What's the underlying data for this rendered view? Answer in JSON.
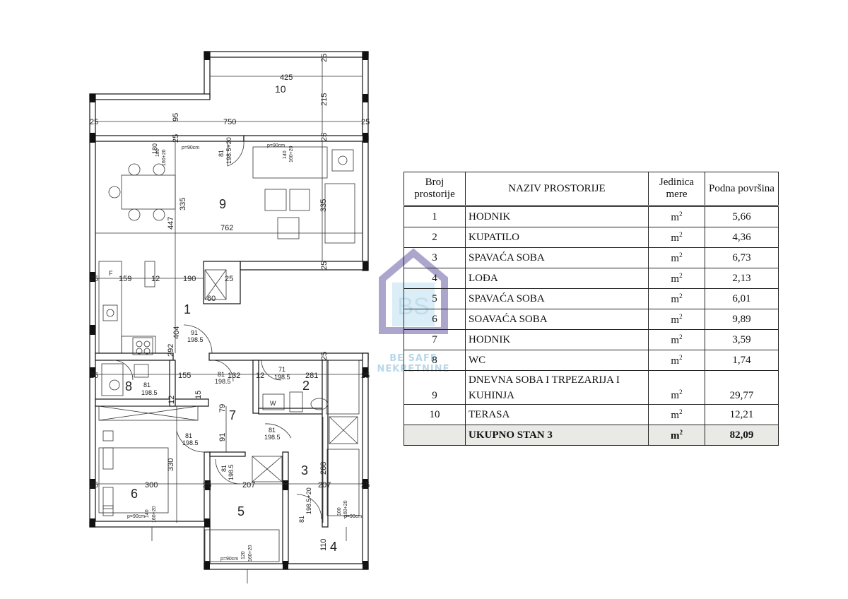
{
  "floorplan": {
    "room_numbers": [
      "1",
      "2",
      "3",
      "4",
      "5",
      "6",
      "7",
      "8",
      "9",
      "10"
    ],
    "dimensions": [
      "425",
      "215",
      "750",
      "95",
      "762",
      "447",
      "335",
      "335",
      "180",
      "159",
      "12",
      "190",
      "25",
      "60",
      "404",
      "292",
      "155",
      "132",
      "281",
      "12",
      "79",
      "91",
      "207",
      "207",
      "288",
      "300",
      "330",
      "110",
      "15",
      "12"
    ],
    "door_labels": {
      "door_a": {
        "w": "91",
        "h": "198.5"
      },
      "door_b": {
        "w": "81",
        "h": "198.5"
      },
      "door_c": {
        "w": "71",
        "h": "198.5"
      },
      "door_d": {
        "w": "81",
        "h": "198.5"
      },
      "door_e": {
        "w": "81",
        "h": "198.5"
      },
      "door_f": {
        "w": "81",
        "h": "198.5"
      },
      "door_g": {
        "w": "81",
        "h": "198.5"
      },
      "door_h": {
        "w": "81",
        "h": "198.5+20"
      },
      "door_i": {
        "w": "81",
        "h": "198.5+20"
      }
    },
    "window_labels": {
      "w1": "p=90cm",
      "w2": "p=90cm",
      "w3": "p=90cm",
      "w4": "p=90cm",
      "w5": "p=90cm"
    },
    "window_sizes": {
      "s1": "180",
      "s2": "160+20",
      "s3": "140",
      "s4": "160+20",
      "s5": "120",
      "s6": "160+20",
      "s7": "100",
      "s8": "160+20"
    },
    "fixture_labels": {
      "fridge": "F",
      "boiler": "W"
    },
    "wall_thickness": "25"
  },
  "table": {
    "headers": {
      "number": "Broj prostorije",
      "name": "NAZIV PROSTORIJE",
      "unit": "Jedinica mere",
      "area": "Podna površina"
    },
    "rows": [
      {
        "number": "1",
        "name": "HODNIK",
        "unit": "m",
        "area": "5,66"
      },
      {
        "number": "2",
        "name": "KUPATILO",
        "unit": "m",
        "area": "4,36"
      },
      {
        "number": "3",
        "name": "SPAVAĆA SOBA",
        "unit": "m",
        "area": "6,73"
      },
      {
        "number": "4",
        "name": "LOĐA",
        "unit": "m",
        "area": "2,13"
      },
      {
        "number": "5",
        "name": "SPAVAĆA SOBA",
        "unit": "m",
        "area": "6,01"
      },
      {
        "number": "6",
        "name": "SOAVAĆA SOBA",
        "unit": "m",
        "area": "9,89"
      },
      {
        "number": "7",
        "name": "HODNIK",
        "unit": "m",
        "area": "3,59"
      },
      {
        "number": "8",
        "name": "WC",
        "unit": "m",
        "area": "1,74"
      },
      {
        "number": "9",
        "name": "DNEVNA SOBA I TRPEZARIJA I KUHINJA",
        "unit": "m",
        "area": "29,77"
      },
      {
        "number": "10",
        "name": "TERASA",
        "unit": "m",
        "area": "12,21"
      }
    ],
    "unit_exponent": "2",
    "total": {
      "name": "UKUPNO STAN 3",
      "unit": "m",
      "area": "82,09"
    }
  },
  "watermark": {
    "logo_letters": "BS",
    "text": "BE SAFE NEKRETNINE"
  },
  "colors": {
    "wall": "#111111",
    "total_row": "#e9e9e5",
    "watermark": "#7fb8d6",
    "watermark_logo": "#6a5fa6"
  }
}
